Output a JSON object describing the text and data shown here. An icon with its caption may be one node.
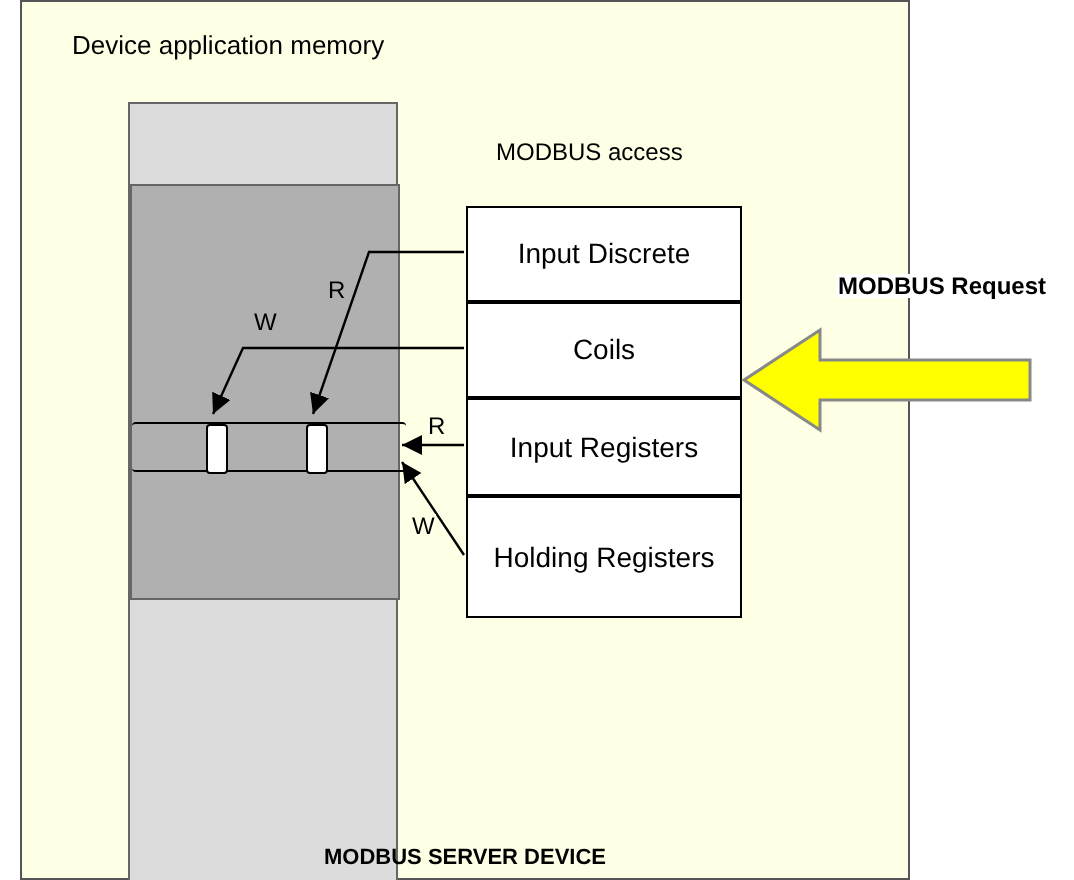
{
  "diagram": {
    "nodes": [
      {
        "text": [
          "Device application memory",
          "MODBUS SERVER DEVICE"
        ]
      },
      {
        "text": [],
        "shape": "bar",
        "in": 0
      },
      {
        "text": [],
        "shape": "bar",
        "in": 1
      },
      {
        "text": [],
        "shape": "box",
        "in": 2
      },
      {
        "text": [],
        "shape": "box",
        "in": 3
      },
      {
        "text": [],
        "shape": "box",
        "in": 3
      },
      {
        "text": [
          "MODBUS access"
        ],
        "in": 0
      },
      {
        "text": [
          "Input Discrete"
        ],
        "in": 6
      },
      {
        "text": [
          "Coils"
        ],
        "in": 6
      },
      {
        "text": [
          "Input Registers"
        ],
        "in": 6
      },
      {
        "text": [
          "Holding Registers"
        ],
        "in": 6
      }
    ],
    "edges": [
      {
        "from": 7,
        "to": 5,
        "arrow": "to",
        "label": "R"
      },
      {
        "from": 8,
        "to": 4,
        "arrow": "to",
        "label": "W"
      },
      {
        "from": 9,
        "to": 3,
        "arrow": "to",
        "label": "R"
      },
      {
        "from": 10,
        "to": 3,
        "arrow": "to",
        "label": "W"
      },
      {
        "from": null,
        "to": 6,
        "arrow": "to",
        "label": "MODBUS Request",
        "style": "thick",
        "color": "#ffff00"
      }
    ]
  }
}
